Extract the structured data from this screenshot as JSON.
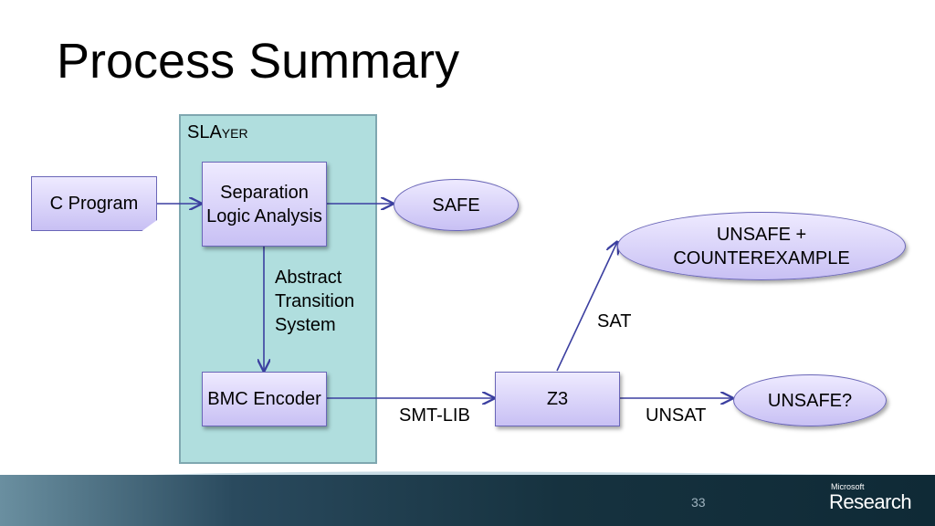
{
  "title": "Process Summary",
  "slayer_label": "SLAyer",
  "nodes": {
    "c_program": "C Program",
    "separation": "Separation Logic Analysis",
    "safe": "SAFE",
    "bmc": "BMC Encoder",
    "z3": "Z3",
    "unsafe_cex": "UNSAFE + COUNTEREXAMPLE",
    "unsafe_q": "UNSAFE?"
  },
  "edge_labels": {
    "abstract": "Abstract Transition System",
    "smtlib": "SMT-LIB",
    "sat": "SAT",
    "unsat": "UNSAT"
  },
  "footer": {
    "page_number": "33",
    "brand_small": "Microsoft",
    "brand_big": "Research"
  },
  "colors": {
    "container_fill": "#b0dede",
    "node_fill": "#d8d2fa",
    "arrow": "#3b3fa0"
  }
}
